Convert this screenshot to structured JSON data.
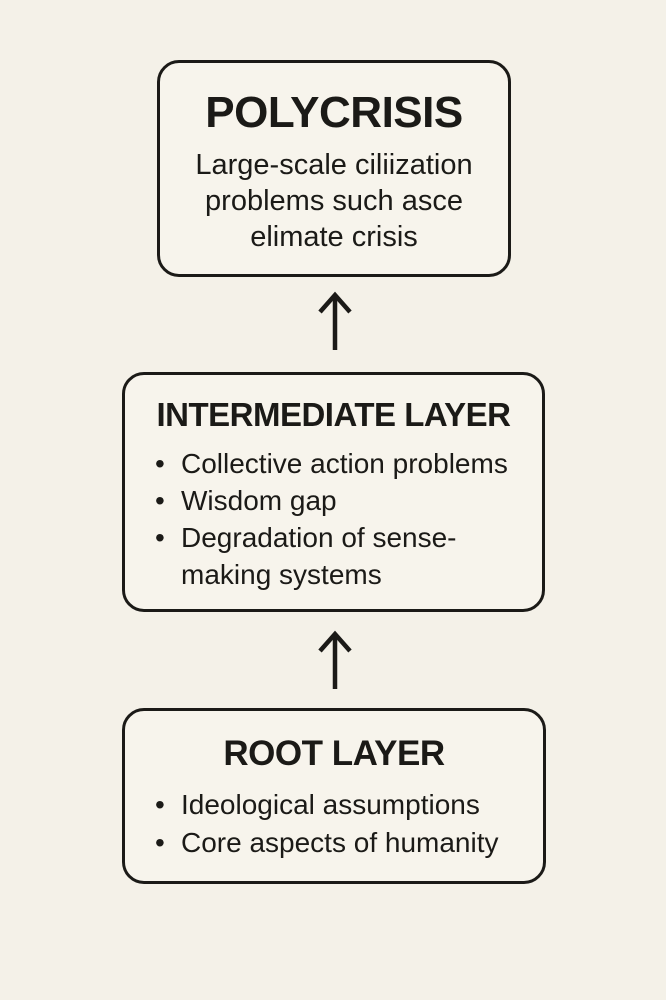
{
  "canvas": {
    "background_color": "#f4f1e8",
    "box_fill_color": "#f7f4ec",
    "ink_color": "#1b1a17",
    "bullet_glyph": "•"
  },
  "diagram": {
    "polycrisis_box": {
      "title": "POLYCRISIS",
      "description_lines": {
        "line1": "Large-scale ciliization",
        "line2": "problems such asce",
        "line3": "elimate crisis"
      }
    },
    "intermediate_box": {
      "title": "INTERMEDIATE LAYER",
      "bullets": [
        "Collective action problems",
        "Wisdom gap",
        "Degradation of sense-making systems"
      ]
    },
    "root_box": {
      "title": "ROOT LAYER",
      "bullets": [
        "Ideological assumptions",
        "Core aspects of humanity"
      ]
    },
    "arrows": {
      "upper": "arrow from intermediate layer to polycrisis",
      "lower": "arrow from root layer to intermediate layer"
    }
  }
}
